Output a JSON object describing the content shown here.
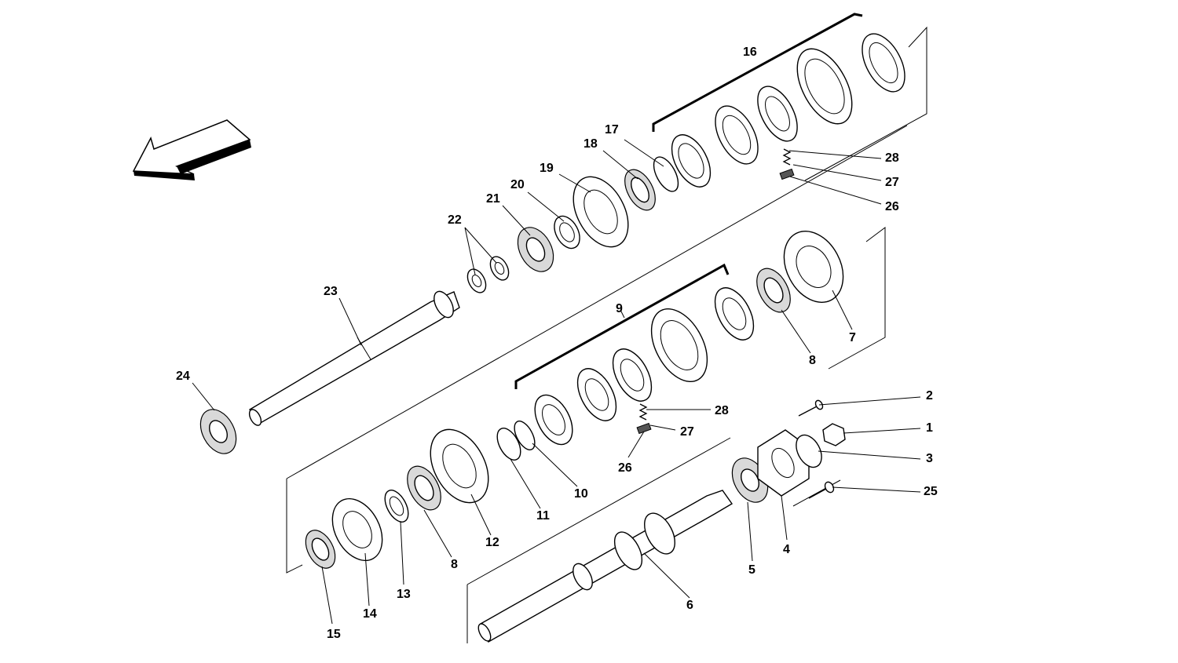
{
  "diagram": {
    "callouts": [
      {
        "id": "c1",
        "text": "1"
      },
      {
        "id": "c2",
        "text": "2"
      },
      {
        "id": "c3",
        "text": "3"
      },
      {
        "id": "c4",
        "text": "4"
      },
      {
        "id": "c5",
        "text": "5"
      },
      {
        "id": "c6",
        "text": "6"
      },
      {
        "id": "c7",
        "text": "7"
      },
      {
        "id": "c8",
        "text": "8"
      },
      {
        "id": "c8b",
        "text": "8"
      },
      {
        "id": "c9",
        "text": "9"
      },
      {
        "id": "c10",
        "text": "10"
      },
      {
        "id": "c11",
        "text": "11"
      },
      {
        "id": "c12",
        "text": "12"
      },
      {
        "id": "c13",
        "text": "13"
      },
      {
        "id": "c14",
        "text": "14"
      },
      {
        "id": "c15",
        "text": "15"
      },
      {
        "id": "c16",
        "text": "16"
      },
      {
        "id": "c17",
        "text": "17"
      },
      {
        "id": "c18",
        "text": "18"
      },
      {
        "id": "c19",
        "text": "19"
      },
      {
        "id": "c20",
        "text": "20"
      },
      {
        "id": "c21",
        "text": "21"
      },
      {
        "id": "c22",
        "text": "22"
      },
      {
        "id": "c23",
        "text": "23"
      },
      {
        "id": "c24",
        "text": "24"
      },
      {
        "id": "c25",
        "text": "25"
      },
      {
        "id": "c26a",
        "text": "26"
      },
      {
        "id": "c27a",
        "text": "27"
      },
      {
        "id": "c28a",
        "text": "28"
      },
      {
        "id": "c26b",
        "text": "26"
      },
      {
        "id": "c27b",
        "text": "27"
      },
      {
        "id": "c28b",
        "text": "28"
      }
    ],
    "colors": {
      "ink": "#000000",
      "shade": "#d9d9d9",
      "paper": "#ffffff"
    }
  }
}
